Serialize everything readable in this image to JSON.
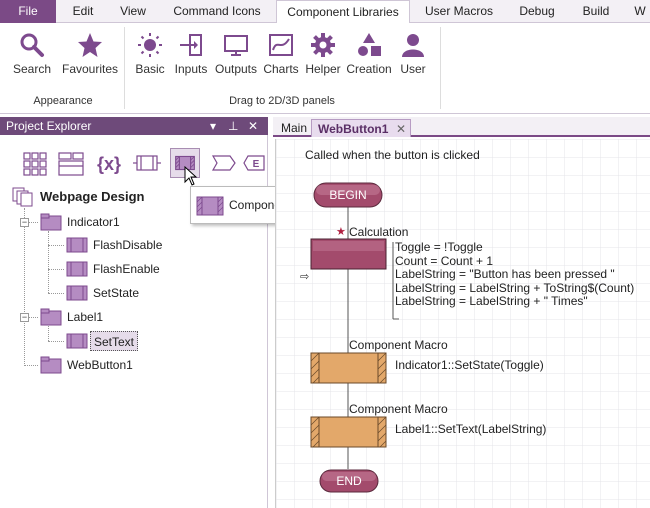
{
  "menu": {
    "file": "File",
    "edit": "Edit",
    "view": "View",
    "command_icons": "Command Icons",
    "component_libraries": "Component Libraries",
    "user_macros": "User Macros",
    "debug": "Debug",
    "build": "Build",
    "more": "W"
  },
  "ribbon": {
    "search": "Search",
    "favourites": "Favourites",
    "basic": "Basic",
    "inputs": "Inputs",
    "outputs": "Outputs",
    "charts": "Charts",
    "helper": "Helper",
    "creation": "Creation",
    "user": "User",
    "group_appearance": "Appearance",
    "group_drag": "Drag to 2D/3D panels"
  },
  "explorer": {
    "title": "Project Explorer",
    "tooltip": "Components",
    "root": "Webpage Design",
    "nodes": {
      "indicator1": "Indicator1",
      "flash_disable": "FlashDisable",
      "flash_enable": "FlashEnable",
      "set_state": "SetState",
      "label1": "Label1",
      "set_text": "SetText",
      "webbutton1": "WebButton1"
    }
  },
  "tabs": {
    "main": "Main",
    "webbutton1": "WebButton1"
  },
  "flowchart": {
    "description": "Called when the button is clicked",
    "begin": "BEGIN",
    "end": "END",
    "calc_label": "Calculation",
    "calc_lines": [
      "Toggle = !Toggle",
      "Count = Count + 1",
      "LabelString = \"Button has been pressed \"",
      "LabelString = LabelString + ToString$(Count)",
      "LabelString = LabelString + \" Times\""
    ],
    "macro1_label": "Component Macro",
    "macro1_text": "Indicator1::SetState(Toggle)",
    "macro2_label": "Component Macro",
    "macro2_text": "Label1::SetText(LabelString)"
  },
  "colors": {
    "accent": "#7b4a86",
    "icon_purple": "#7d4a8e",
    "calc_fill": "#a34b6c",
    "macro_fill": "#e3a86a",
    "terminal_fill": "#a34b6c"
  }
}
